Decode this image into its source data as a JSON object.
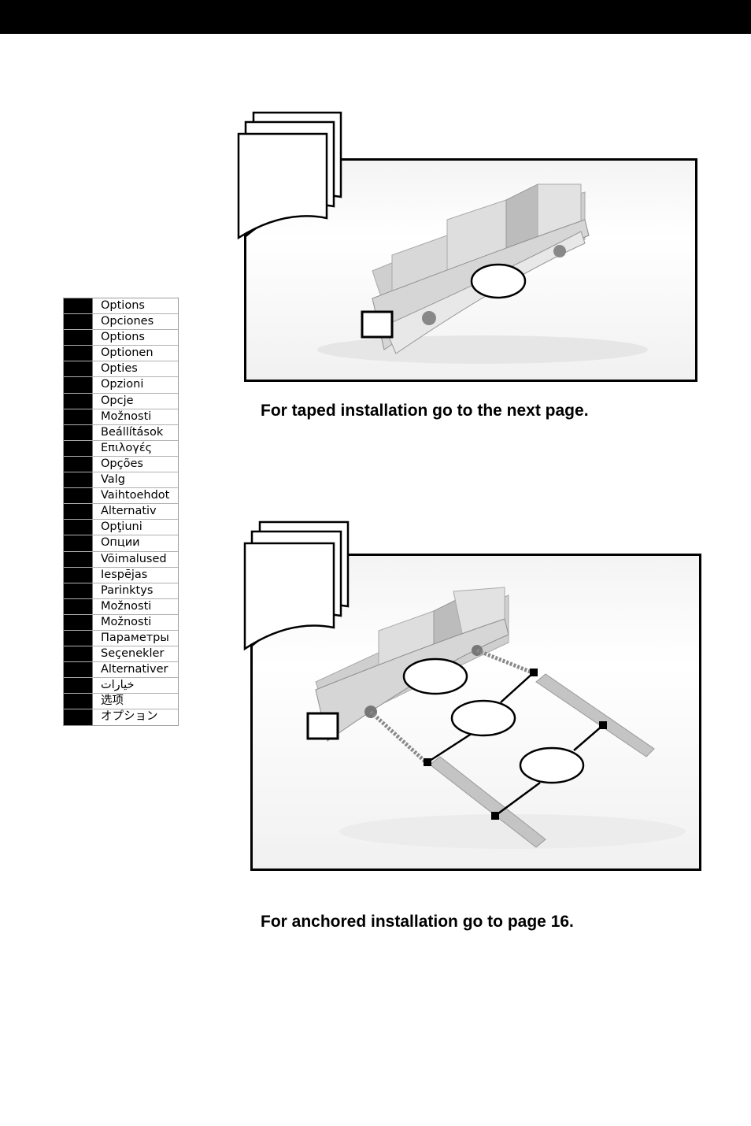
{
  "languages": [
    "Options",
    "Opciones",
    "Options",
    "Optionen",
    "Opties",
    "Opzioni",
    "Opcje",
    "Možnosti",
    "Beállítások",
    "Επιλογές",
    "Opções",
    "Valg",
    "Vaihtoehdot",
    "Alternativ",
    "Opţiuni",
    "Опции",
    "Võimalused",
    "Iespējas",
    "Parinktys",
    "Možnosti",
    "Možnosti",
    "Параметры",
    "Seçenekler",
    "Alternativer",
    "خيارات",
    "选项",
    "オプション"
  ],
  "captions": {
    "taped": "For taped installation go to the next page.",
    "anchored": "For anchored installation go to page 16."
  },
  "colors": {
    "ink": "#000000",
    "photo_bg": "#f4f4f4",
    "plastic": "#d2d2d2"
  }
}
